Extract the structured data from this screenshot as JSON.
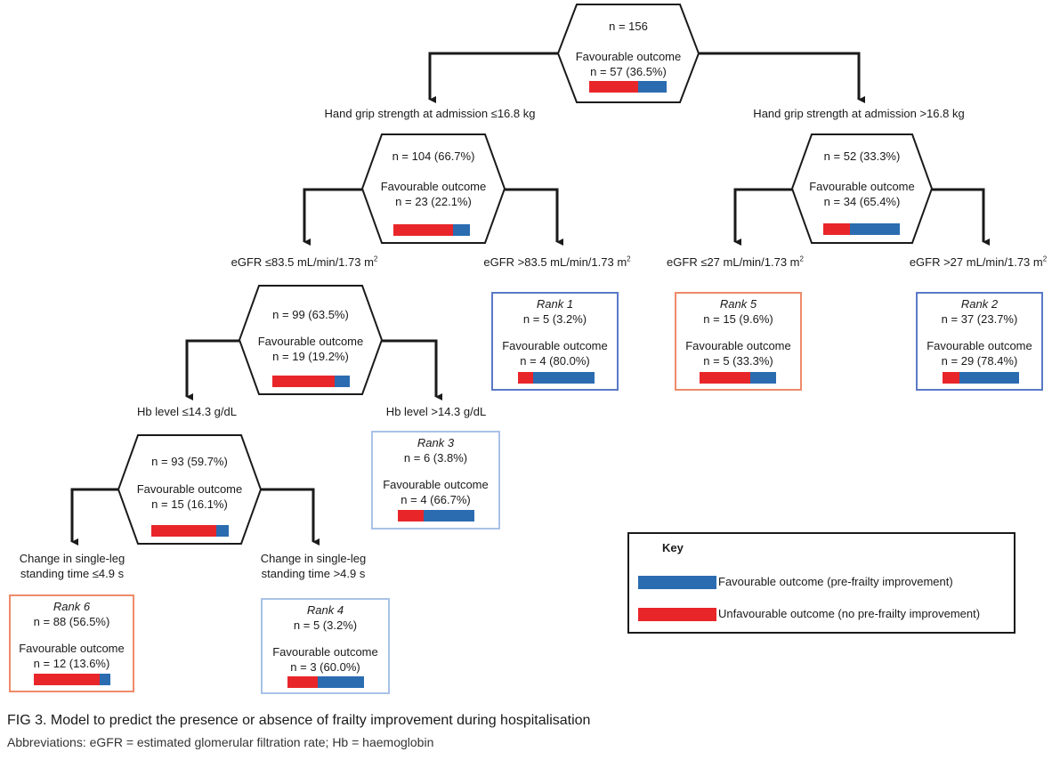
{
  "colors": {
    "favourable": "#2b6cb1",
    "unfavourable": "#e8262a",
    "rank_blue_border": "#5b79c6",
    "rank_orange_border": "#ee8a6a"
  },
  "hex_nodes": {
    "root": {
      "n": "n = 156",
      "fav_label": "Favourable outcome",
      "fav": "n = 57 (36.5%)",
      "fav_fraction": 0.365
    },
    "left1": {
      "n": "n = 104 (66.7%)",
      "fav_label": "Favourable outcome",
      "fav": "n = 23 (22.1%)",
      "fav_fraction": 0.221
    },
    "right1": {
      "n": "n = 52 (33.3%)",
      "fav_label": "Favourable outcome",
      "fav": "n = 34 (65.4%)",
      "fav_fraction": 0.654
    },
    "left2": {
      "n": "n = 99 (63.5%)",
      "fav_label": "Favourable outcome",
      "fav": "n = 19 (19.2%)",
      "fav_fraction": 0.192
    },
    "left3": {
      "n": "n = 93 (59.7%)",
      "fav_label": "Favourable outcome",
      "fav": "n = 15 (16.1%)",
      "fav_fraction": 0.161
    }
  },
  "rank_nodes": {
    "rank1": {
      "title": "Rank 1",
      "n": "n = 5 (3.2%)",
      "fav_label": "Favourable outcome",
      "fav": "n = 4 (80.0%)",
      "fav_fraction": 0.8
    },
    "rank2": {
      "title": "Rank 2",
      "n": "n = 37 (23.7%)",
      "fav_label": "Favourable outcome",
      "fav": "n = 29 (78.4%)",
      "fav_fraction": 0.784
    },
    "rank3": {
      "title": "Rank 3",
      "n": "n = 6 (3.8%)",
      "fav_label": "Favourable outcome",
      "fav": "n = 4 (66.7%)",
      "fav_fraction": 0.667
    },
    "rank4": {
      "title": "Rank 4",
      "n": "n = 5 (3.2%)",
      "fav_label": "Favourable outcome",
      "fav": "n = 3 (60.0%)",
      "fav_fraction": 0.6
    },
    "rank5": {
      "title": "Rank 5",
      "n": "n = 15 (9.6%)",
      "fav_label": "Favourable outcome",
      "fav": "n = 5 (33.3%)",
      "fav_fraction": 0.333
    },
    "rank6": {
      "title": "Rank 6",
      "n": "n = 88 (56.5%)",
      "fav_label": "Favourable outcome",
      "fav": "n = 12 (13.6%)",
      "fav_fraction": 0.136
    }
  },
  "splits": {
    "hgs_low": "Hand grip strength at admission ≤16.8 kg",
    "hgs_high": "Hand grip strength at admission >16.8 kg",
    "egfr_low_a": "eGFR ≤83.5 mL/min/1.73 m",
    "egfr_high_a": "eGFR >83.5 mL/min/1.73 m",
    "egfr_low_b": "eGFR ≤27 mL/min/1.73 m",
    "egfr_high_b": "eGFR >27 mL/min/1.73 m",
    "sup2": "2",
    "hb_low": "Hb level ≤14.3 g/dL",
    "hb_high": "Hb level >14.3 g/dL",
    "slst_low_1": "Change in single-leg",
    "slst_low_2": "standing time ≤4.9 s",
    "slst_high_1": "Change in single-leg",
    "slst_high_2": "standing time >4.9 s"
  },
  "key": {
    "title": "Key",
    "favourable": "Favourable outcome (pre-frailty improvement)",
    "unfavourable": "Unfavourable outcome (no pre-frailty improvement)"
  },
  "caption": {
    "title": "FIG 3. Model to predict the presence or absence of frailty improvement during hospitalisation",
    "abbreviations": "Abbreviations: eGFR = estimated glomerular filtration rate; Hb = haemoglobin"
  }
}
